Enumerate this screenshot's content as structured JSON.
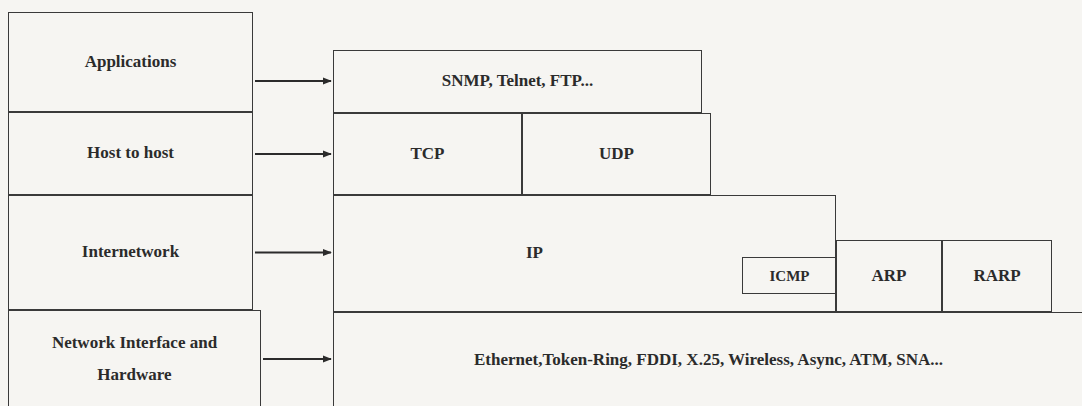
{
  "diagram": {
    "nodes": [
      {
        "text": [
          "Applications"
        ]
      },
      {
        "text": [
          "SNMP, Telnet, FTP..."
        ]
      },
      {
        "text": [
          "Host to host"
        ]
      },
      {
        "text": [
          "TCP"
        ]
      },
      {
        "text": [
          "UDP"
        ]
      },
      {
        "text": [
          "Internetwork"
        ]
      },
      {
        "text": [
          "IP"
        ]
      },
      {
        "text": [
          "ICMP"
        ],
        "in": 6
      },
      {
        "text": [
          "ARP"
        ]
      },
      {
        "text": [
          "RARP"
        ]
      },
      {
        "text": [
          "Network Interface and Hardware"
        ]
      },
      {
        "text": [
          "Ethernet,Token-Ring, FDDI, X.25, Wireless, Async, ATM, SNA..."
        ]
      }
    ],
    "edges": [
      {
        "from": 0,
        "to": 1,
        "arrow": "to"
      },
      {
        "from": 2,
        "to": 3,
        "arrow": "to"
      },
      {
        "from": 5,
        "to": 6,
        "arrow": "to"
      },
      {
        "from": 10,
        "to": 11,
        "arrow": "to"
      }
    ]
  }
}
